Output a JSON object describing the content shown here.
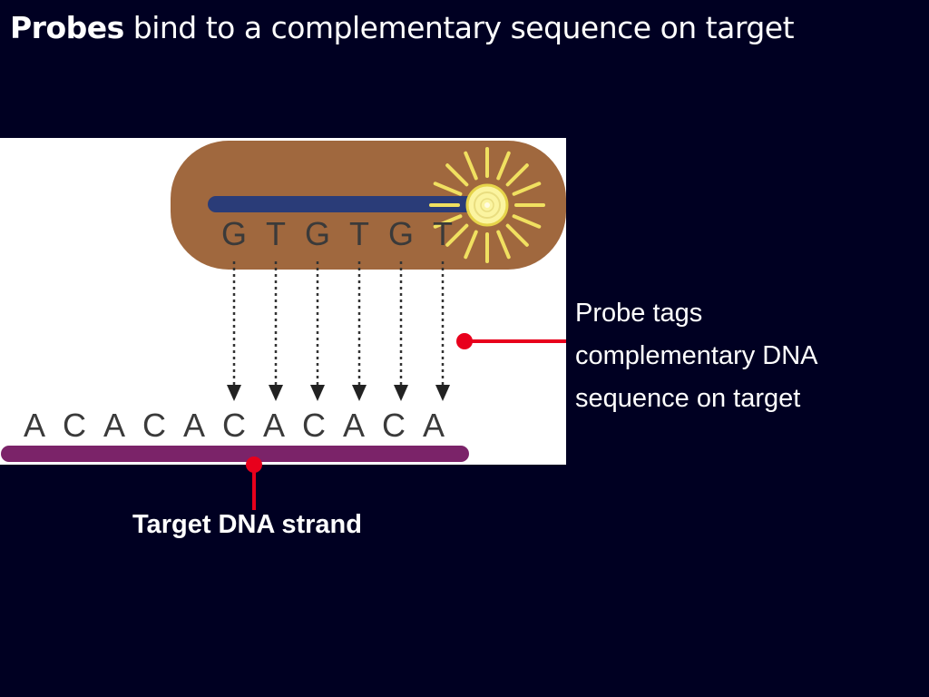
{
  "slide": {
    "title_bold": "Probes",
    "title_rest": " bind to a complementary sequence on target"
  },
  "diagram": {
    "probe_sequence": [
      "G",
      "T",
      "G",
      "T",
      "G",
      "T"
    ],
    "target_sequence": [
      "A",
      "C",
      "A",
      "C",
      "A",
      "C",
      "A",
      "C",
      "A",
      "C",
      "A"
    ],
    "colors": {
      "probe_capsule": "#a0683e",
      "probe_backbone": "#2a3c78",
      "target_strand": "#7b2369",
      "tag_glow": "#f0e060",
      "callout_line": "#e8001c"
    }
  },
  "labels": {
    "probe_tag_line1": "Probe tags",
    "probe_tag_line2": "complementary DNA",
    "probe_tag_line3": "sequence on target",
    "target_strand": "Target DNA strand"
  }
}
